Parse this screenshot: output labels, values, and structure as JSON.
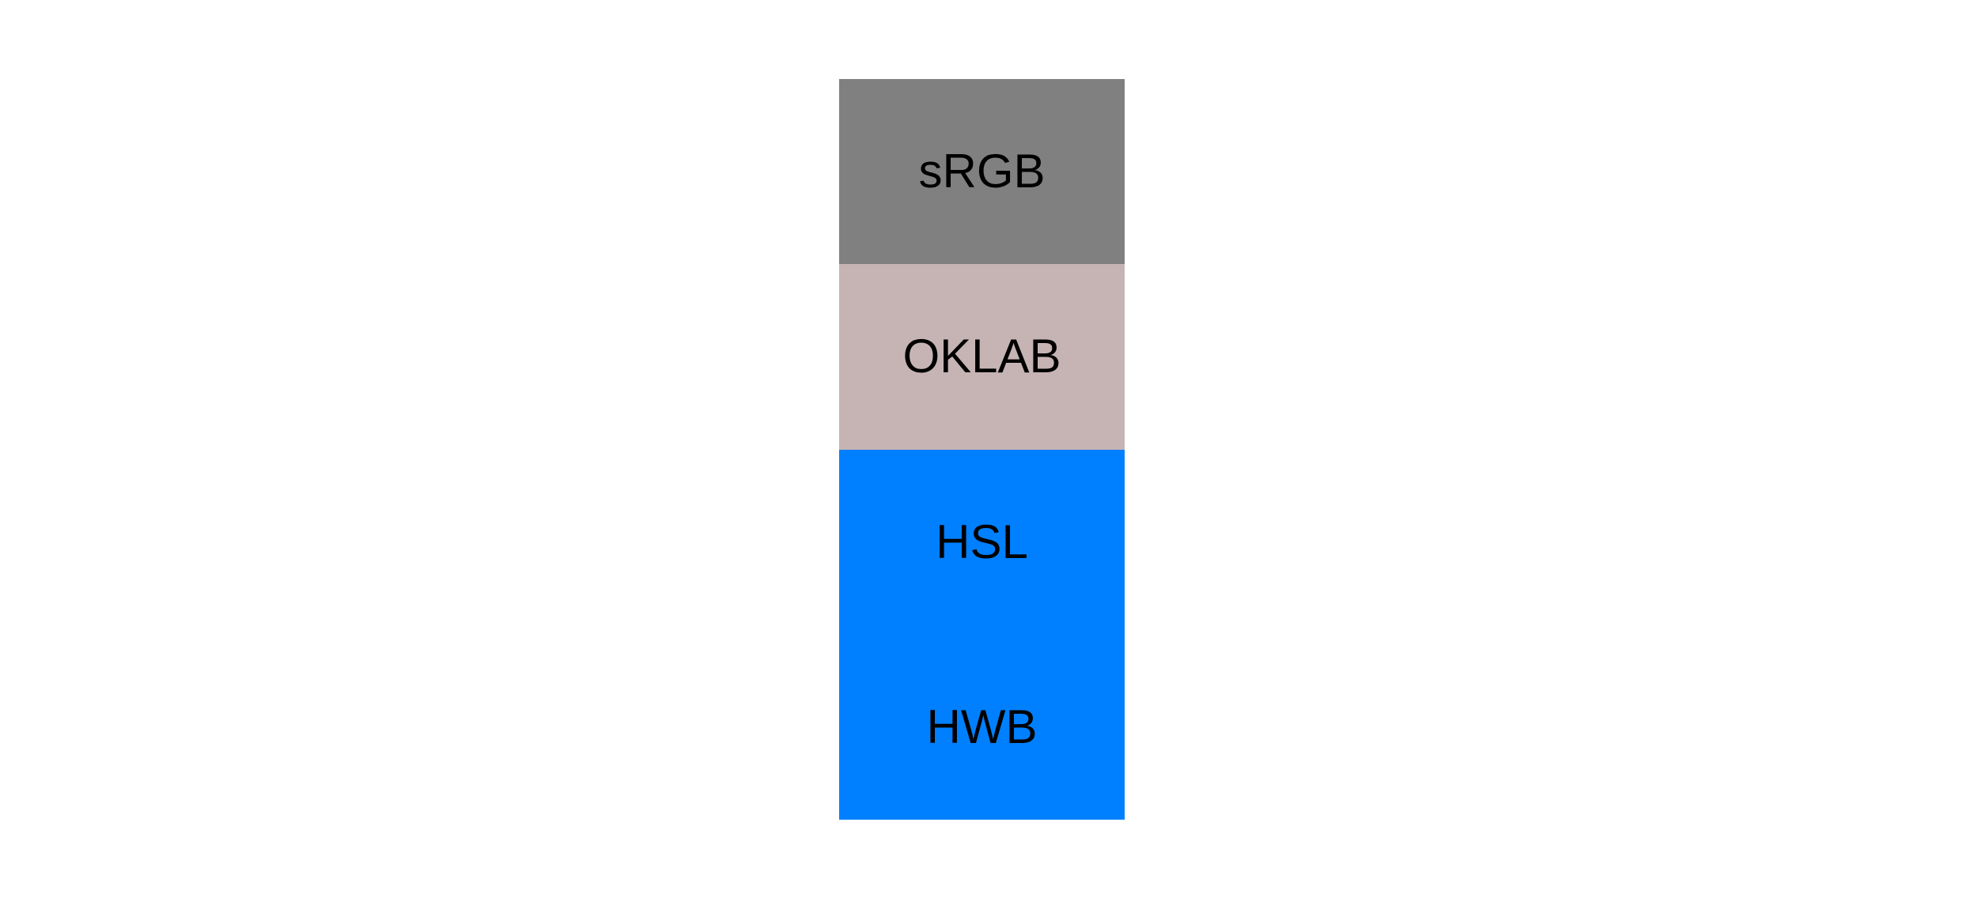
{
  "figure": {
    "background": "#ffffff",
    "text_color": "#000000",
    "swatches": [
      {
        "label": "sRGB",
        "color": "#808080"
      },
      {
        "label": "OKLAB",
        "color": "#c6b4b4"
      },
      {
        "label": "HSL",
        "color": "#0080ff"
      },
      {
        "label": "HWB",
        "color": "#0080ff"
      }
    ]
  }
}
